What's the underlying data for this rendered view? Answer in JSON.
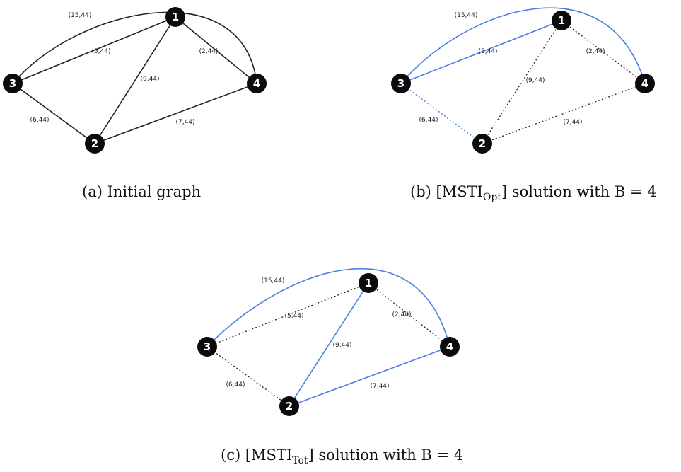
{
  "colors": {
    "solid_edge": "#222222",
    "tree_edge": "#4a7fe0",
    "dotted_edge": "#222222",
    "node_fill": "#0b0b0b",
    "node_text": "#ffffff"
  },
  "panels": [
    {
      "id": "a",
      "caption": {
        "prefix": "(a) Initial graph",
        "sub": "",
        "suffix": ""
      },
      "nodes": [
        "1",
        "2",
        "3",
        "4"
      ],
      "edges": [
        {
          "id": "13",
          "label": "(5,44)",
          "style": "solid"
        },
        {
          "id": "34",
          "label": "(15,44)",
          "style": "solid"
        },
        {
          "id": "14",
          "label": "(2,44)",
          "style": "solid"
        },
        {
          "id": "12",
          "label": "(9,44)",
          "style": "solid"
        },
        {
          "id": "23",
          "label": "(6,44)",
          "style": "solid"
        },
        {
          "id": "24",
          "label": "(7,44)",
          "style": "solid"
        }
      ]
    },
    {
      "id": "b",
      "caption": {
        "prefix": "(b) [MSTI",
        "sub": "Opt",
        "suffix": "] solution with B = 4"
      },
      "nodes": [
        "1",
        "2",
        "3",
        "4"
      ],
      "edges": [
        {
          "id": "13",
          "label": "(5,44)",
          "style": "tree"
        },
        {
          "id": "34",
          "label": "(15,44)",
          "style": "tree"
        },
        {
          "id": "14",
          "label": "(2,44)",
          "style": "dotted"
        },
        {
          "id": "12",
          "label": "(9,44)",
          "style": "dotted"
        },
        {
          "id": "23",
          "label": "(6,44)",
          "style": "tree-dotted"
        },
        {
          "id": "24",
          "label": "(7,44)",
          "style": "dotted"
        }
      ]
    },
    {
      "id": "c",
      "caption": {
        "prefix": "(c) [MSTI",
        "sub": "Tot",
        "suffix": "] solution with B = 4"
      },
      "nodes": [
        "1",
        "2",
        "3",
        "4"
      ],
      "edges": [
        {
          "id": "13",
          "label": "(5,44)",
          "style": "dotted"
        },
        {
          "id": "34",
          "label": "(15,44)",
          "style": "tree"
        },
        {
          "id": "14",
          "label": "(2,44)",
          "style": "dotted"
        },
        {
          "id": "12",
          "label": "(9,44)",
          "style": "tree"
        },
        {
          "id": "23",
          "label": "(6,44)",
          "style": "dotted"
        },
        {
          "id": "24",
          "label": "(7,44)",
          "style": "tree"
        }
      ]
    }
  ]
}
